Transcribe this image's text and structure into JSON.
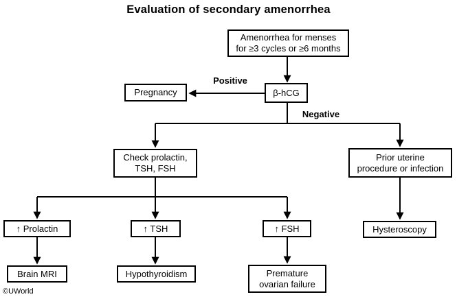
{
  "title": "Evaluation of secondary amenorrhea",
  "copyright": "©UWorld",
  "edge_labels": {
    "positive": "Positive",
    "negative": "Negative"
  },
  "colors": {
    "line": "#000000",
    "box_border": "#000000",
    "box_fill": "#ffffff",
    "text": "#000000",
    "background": "#ffffff"
  },
  "nodes": {
    "amenorrhea": {
      "line1": "Amenorrhea for menses",
      "line2": "for ≥3 cycles or ≥6 months"
    },
    "bhcg": {
      "label": "β-hCG"
    },
    "pregnancy": {
      "label": "Pregnancy"
    },
    "check_labs": {
      "line1": "Check prolactin,",
      "line2": "TSH, FSH"
    },
    "prior_uterine": {
      "line1": "Prior uterine",
      "line2": "procedure or infection"
    },
    "high_prolactin": {
      "label": "↑ Prolactin"
    },
    "high_tsh": {
      "label": "↑ TSH"
    },
    "high_fsh": {
      "label": "↑ FSH"
    },
    "hysteroscopy": {
      "label": "Hysteroscopy"
    },
    "brain_mri": {
      "label": "Brain MRI"
    },
    "hypothyroidism": {
      "label": "Hypothyroidism"
    },
    "premature_ovarian_failure": {
      "line1": "Premature",
      "line2": "ovarian failure"
    }
  }
}
